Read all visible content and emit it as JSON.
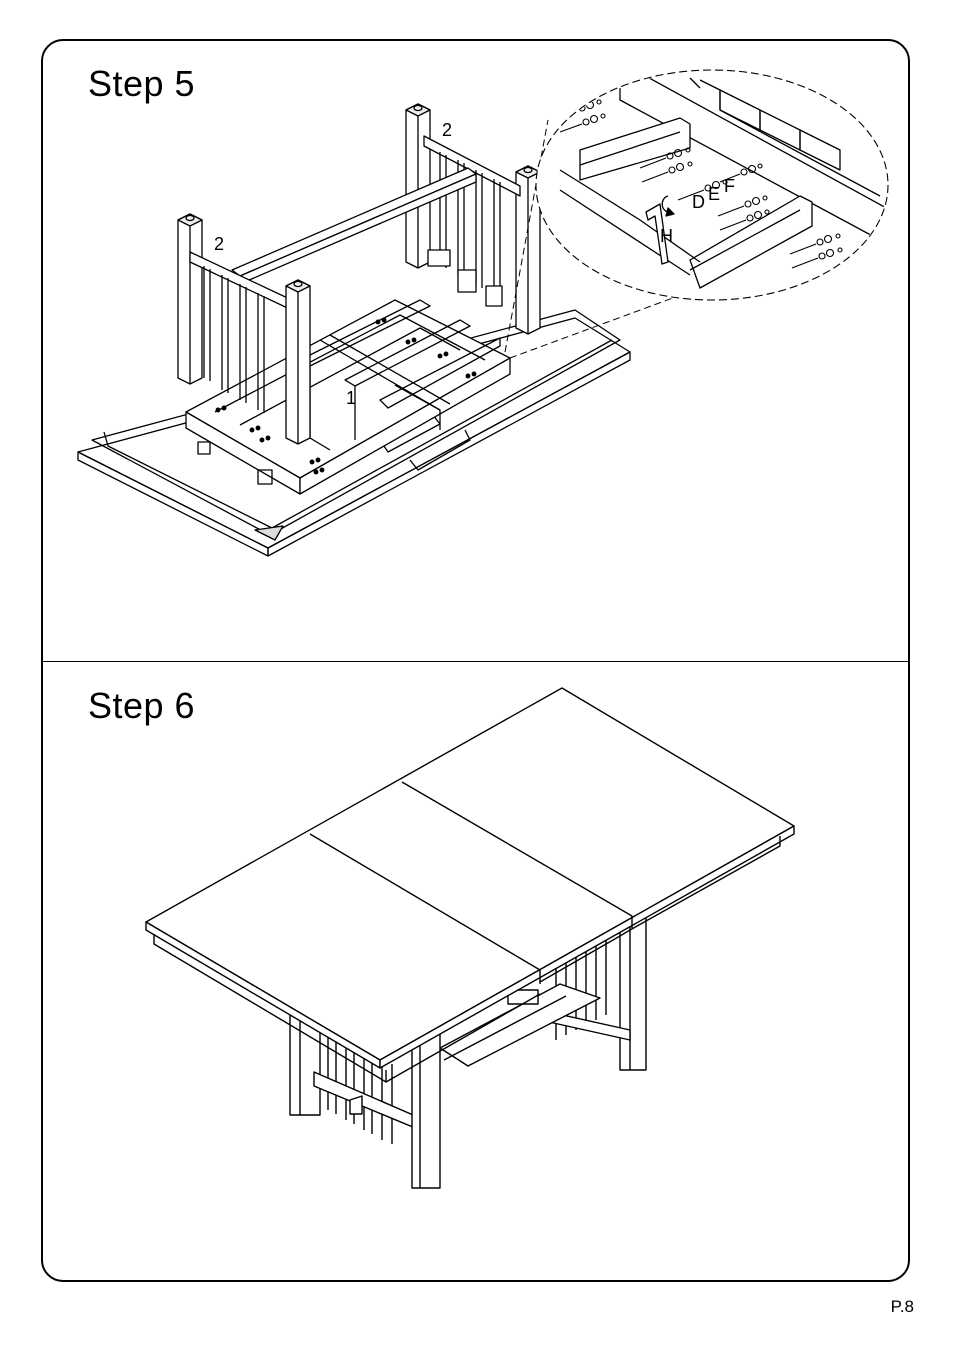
{
  "steps": [
    {
      "title": "Step  5",
      "labels": {
        "part_tabletop": "1",
        "part_leg_left": "2",
        "part_leg_right": "2",
        "hw_d": "D",
        "hw_e": "E",
        "hw_f": "F",
        "tool_h": "H"
      }
    },
    {
      "title": "Step  6"
    }
  ],
  "footer": {
    "page": "P.8"
  }
}
